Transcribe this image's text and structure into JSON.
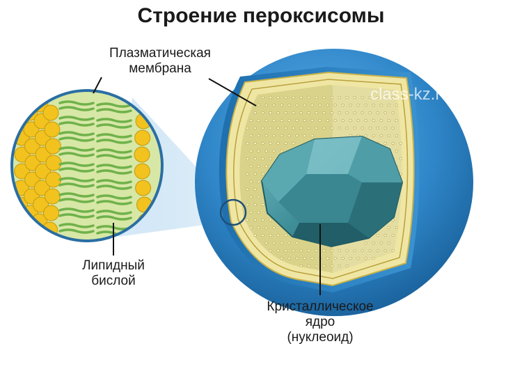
{
  "title": "Строение пероксисомы",
  "watermark": "class-kz.ru",
  "labels": {
    "membrane": [
      "Плазматическая",
      "мембрана"
    ],
    "bilayer": [
      "Липидный",
      "бислой"
    ],
    "core": [
      "Кристаллическое",
      "ядро",
      "(нуклеоид)"
    ]
  },
  "colors": {
    "outer_shell": "#2f86c8",
    "matrix": "#d9d28a",
    "core": "#3f8f99",
    "phospholipid_head": "#f2c21f",
    "lipid_tail": "#6fb24a",
    "leader_line": "#111111"
  }
}
